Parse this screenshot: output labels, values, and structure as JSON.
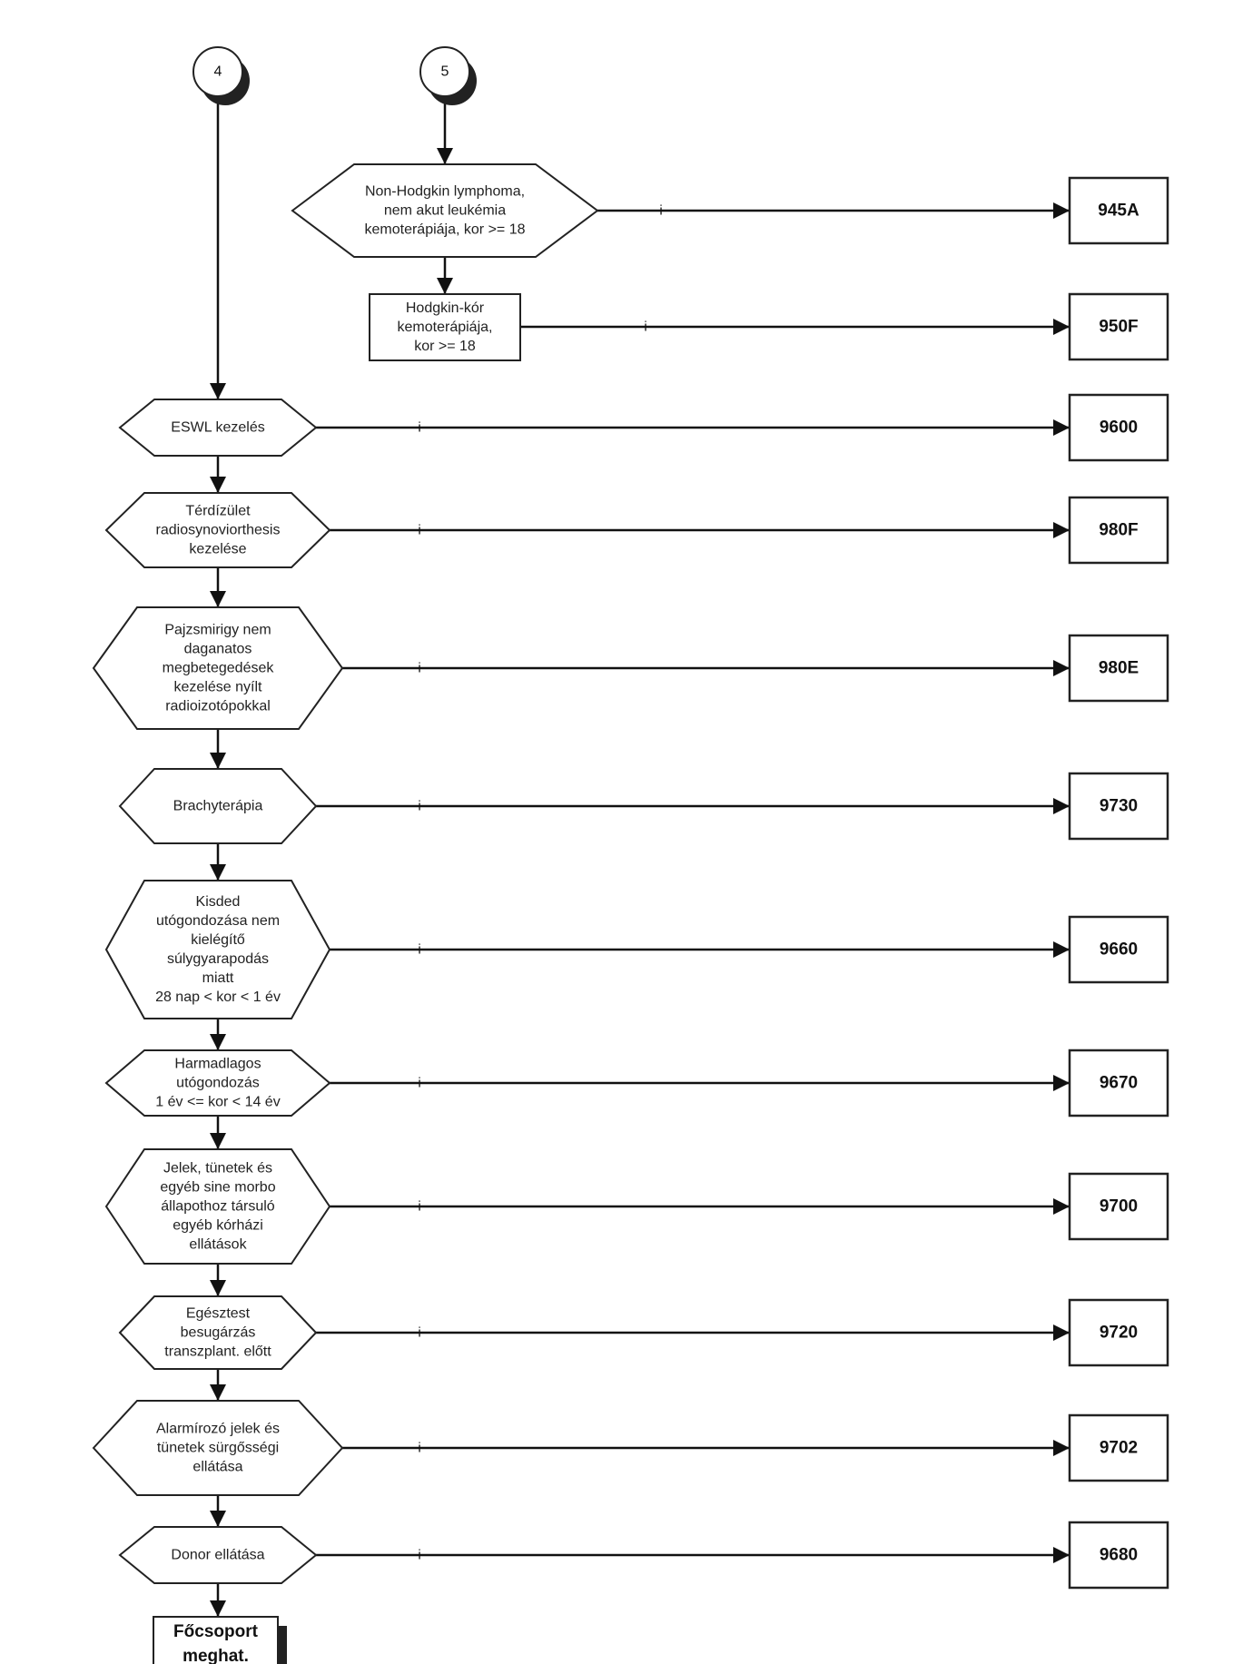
{
  "connectors": [
    {
      "label": "4"
    },
    {
      "label": "5"
    }
  ],
  "top_decision": {
    "lines": [
      "Non-Hodgkin lymphoma,",
      "nem akut leukémia",
      "kemoterápiája, kor >= 18"
    ],
    "code": "945A",
    "edge_label": "i"
  },
  "top_process": {
    "lines": [
      "Hodgkin-kór",
      "kemoterápiája,",
      "kor  >= 18"
    ],
    "code": "950F",
    "edge_label": "i"
  },
  "decisions": [
    {
      "lines": [
        "ESWL kezelés"
      ],
      "code": "9600",
      "edge_label": "i"
    },
    {
      "lines": [
        "Térdízület",
        "radiosynoviorthesis",
        "kezelése"
      ],
      "code": "980F",
      "edge_label": "i"
    },
    {
      "lines": [
        "Pajzsmirigy nem",
        "daganatos",
        "megbetegedések",
        "kezelése nyílt",
        "radioizotópokkal"
      ],
      "code": "980E",
      "edge_label": "i"
    },
    {
      "lines": [
        "Brachyterápia"
      ],
      "code": "9730",
      "edge_label": "i"
    },
    {
      "lines": [
        "Kisded",
        "utógondozása nem",
        "kielégítő",
        "súlygyarapodás",
        "miatt",
        "28 nap < kor < 1 év"
      ],
      "code": "9660",
      "edge_label": "i"
    },
    {
      "lines": [
        "Harmadlagos",
        "utógondozás",
        "1 év <= kor < 14 év"
      ],
      "code": "9670",
      "edge_label": "i"
    },
    {
      "lines": [
        "Jelek, tünetek és",
        "egyéb sine morbo",
        "állapothoz társuló",
        "egyéb kórházi",
        "ellátások"
      ],
      "code": "9700",
      "edge_label": "i"
    },
    {
      "lines": [
        "Egésztest",
        "besugárzás",
        "transzplant. előtt"
      ],
      "code": "9720",
      "edge_label": "i"
    },
    {
      "lines": [
        "Alarmírozó jelek és",
        "tünetek sürgősségi",
        "ellátása"
      ],
      "code": "9702",
      "edge_label": "i"
    },
    {
      "lines": [
        "Donor ellátása"
      ],
      "code": "9680",
      "edge_label": "i"
    }
  ],
  "final": {
    "lines": [
      "Főcsoport",
      "meghat."
    ]
  }
}
